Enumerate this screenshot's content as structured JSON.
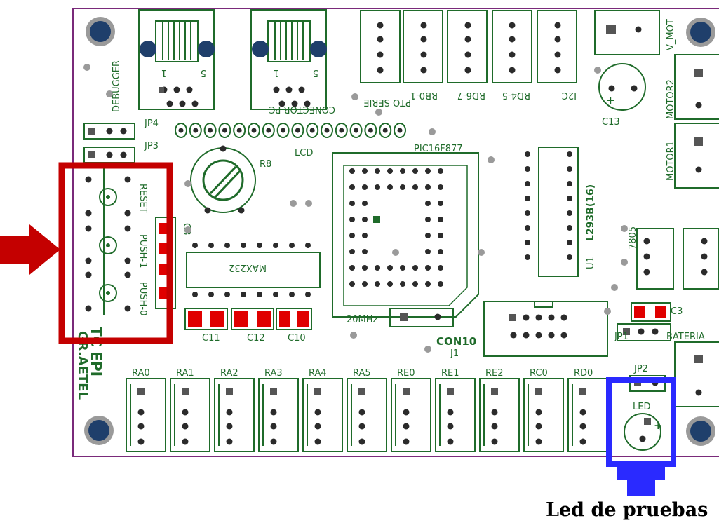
{
  "colors": {
    "board_outline": "#7a2a7a",
    "silkscreen": "#1f6b2a",
    "pad": "#2b2b2b",
    "pad_square": "#555555",
    "mount_hole": "#1f3f6b",
    "red_component": "#e00000",
    "highlight_red": "#c40000",
    "highlight_blue": "#2a2aff"
  },
  "labels": {
    "debugger": "DEBUGGER",
    "jp4": "JP4",
    "jp3": "JP3",
    "conector_pc": "CONECTOR PC",
    "pto_serie": "PTO SERIE",
    "rb0_1": "RB0-1",
    "rd6_7": "RD6-7",
    "rd4_5": "RD4-5",
    "i2c": "I2C",
    "v_mot": "V_MOT",
    "motor2": "MOTOR2",
    "motor1": "MOTOR1",
    "c13": "C13",
    "lcd": "LCD",
    "pic": "PIC16F877",
    "l293": "L293B(16)",
    "u1": "U1",
    "r8": "R8",
    "c8": "C8",
    "max232": "MAX232",
    "reset": "RESET",
    "push1": "PUSH-1",
    "push0": "PUSH-0",
    "tc_epi": "TC EPI",
    "gr_aetel": "GR.AETEL",
    "c11": "C11",
    "c12": "C12",
    "c10": "C10",
    "xtal": "20MHz",
    "con10": "CON10",
    "j1": "J1",
    "reg7805": "7805",
    "c3": "C3",
    "jp1": "JP1",
    "jp2": "JP2",
    "bateria": "BATERIA",
    "led": "LED",
    "pin1": "1",
    "pin5": "5",
    "plus": "+"
  },
  "bottom_connectors": [
    "RA0",
    "RA1",
    "RA2",
    "RA3",
    "RA4",
    "RA5",
    "RE0",
    "RE1",
    "RE2",
    "RC0",
    "RD0"
  ],
  "caption": "Led de pruebas"
}
